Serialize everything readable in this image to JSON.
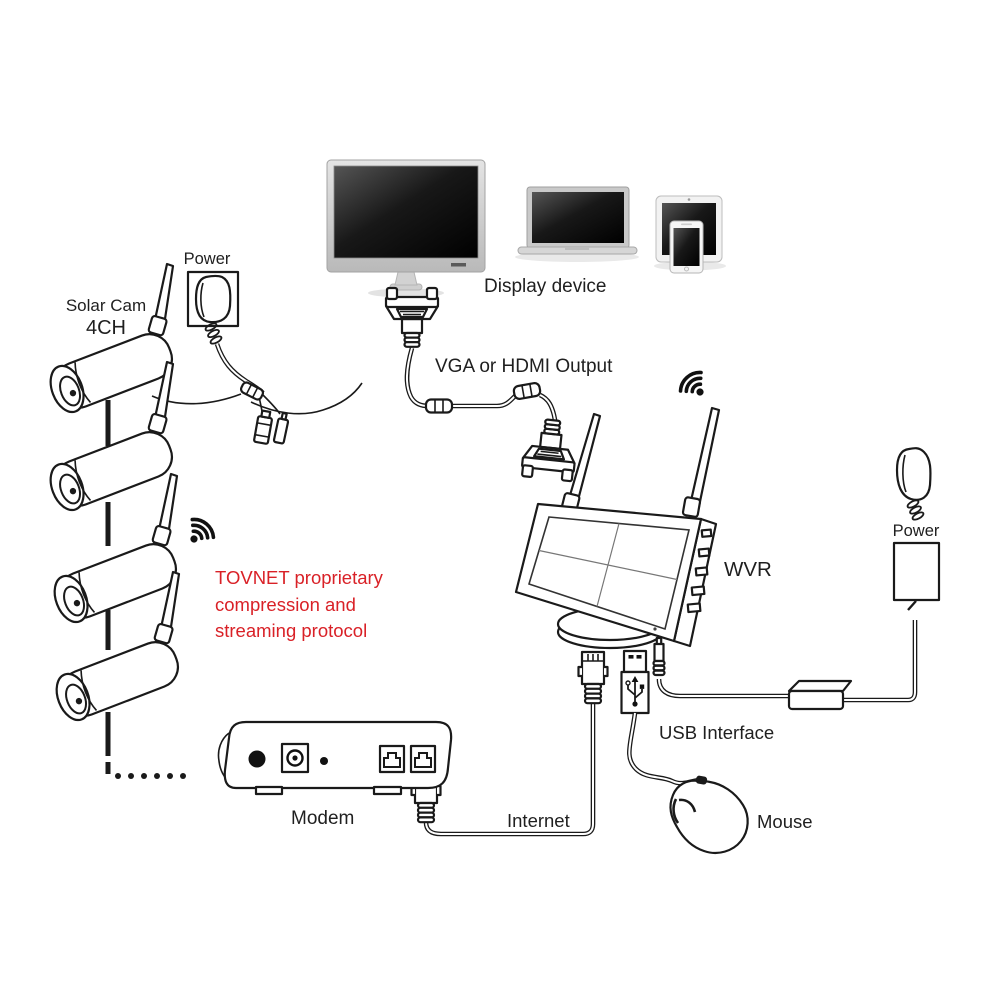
{
  "labels": {
    "camera_power": "Power",
    "solar_cam": "Solar Cam",
    "channel_count": "4CH",
    "display_device": "Display device",
    "vga_hdmi_output": "VGA or HDMI Output",
    "wvr": "WVR",
    "wvr_power": "Power",
    "modem": "Modem",
    "internet": "Internet",
    "usb_interface": "USB Interface",
    "mouse": "Mouse"
  },
  "note": {
    "color": "#d92127",
    "lines": [
      "TOVNET proprietary",
      "compression and",
      "streaming protocol"
    ]
  },
  "colors": {
    "ink": "#1a1a1a",
    "note_red": "#d92127",
    "device_silver": "#c9c9c9",
    "screen_black": "#141414",
    "background": "#ffffff"
  },
  "icons": [
    "bullet-camera-icon",
    "camera-antenna-icon",
    "wifi-signal-icon",
    "power-adapter-icon",
    "monitor-icon",
    "laptop-icon",
    "tablet-icon",
    "smartphone-icon",
    "vga-connector-icon",
    "wvr-device-icon",
    "rj45-plug-icon",
    "usb-plug-icon",
    "dc-plug-icon",
    "power-brick-icon",
    "modem-icon",
    "mouse-icon",
    "ethernet-port-icon",
    "dashed-link-line"
  ]
}
